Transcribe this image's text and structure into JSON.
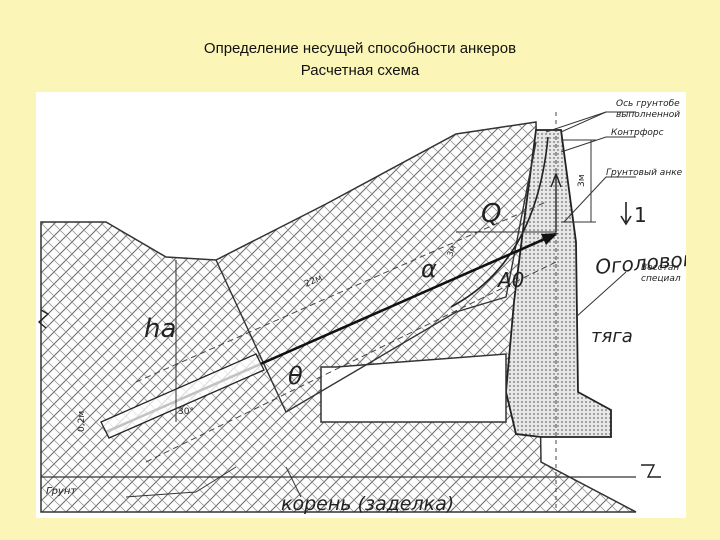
{
  "slide": {
    "title_line1": "Определение несущей способности анкеров",
    "title_line2": "Расчетная схема"
  },
  "drawing": {
    "labels": {
      "axis_line1": "Ось грунтобе",
      "axis_line2": "выполненной",
      "buttress": "Контрфорс",
      "ground_anchor": "Грунтовый анке",
      "dim_3m": "3м",
      "dim_22m": "22м",
      "dim_3m_small": "3м",
      "Q": "Q",
      "ha": "ha",
      "alpha": "α",
      "A0": "A0",
      "theta": "θ",
      "index_1": "1",
      "ogolovok": "Оголовок",
      "restore_line1": "Восстан",
      "restore_line2": "специал",
      "tyaga": "тяга",
      "grunt": "Грунт",
      "root": "корень (заделка)",
      "dim_root": "0,2м",
      "dim_angle": "30°"
    }
  }
}
